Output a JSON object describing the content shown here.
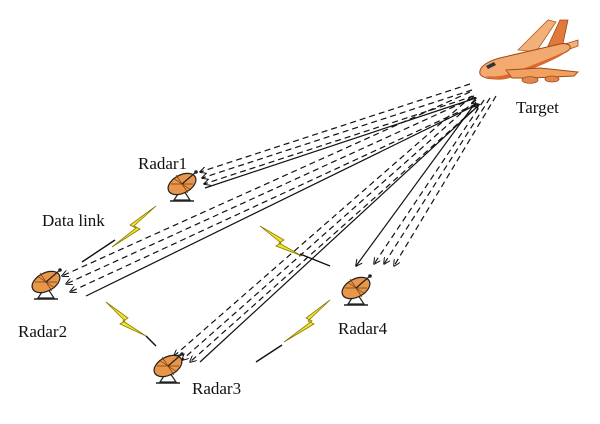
{
  "labels": {
    "target": "Target",
    "radar1": "Radar1",
    "radar2": "Radar2",
    "radar3": "Radar3",
    "radar4": "Radar4",
    "data_link": "Data link"
  },
  "colors": {
    "line": "#111111",
    "aircraft_body": "#f0a060",
    "aircraft_shade": "#d9692c",
    "dish": "#e8964a",
    "lightning": "#f2e22a"
  },
  "icons": {
    "aircraft": "airplane-icon",
    "radar": "radar-dish-icon",
    "link": "lightning-bolt-icon"
  }
}
